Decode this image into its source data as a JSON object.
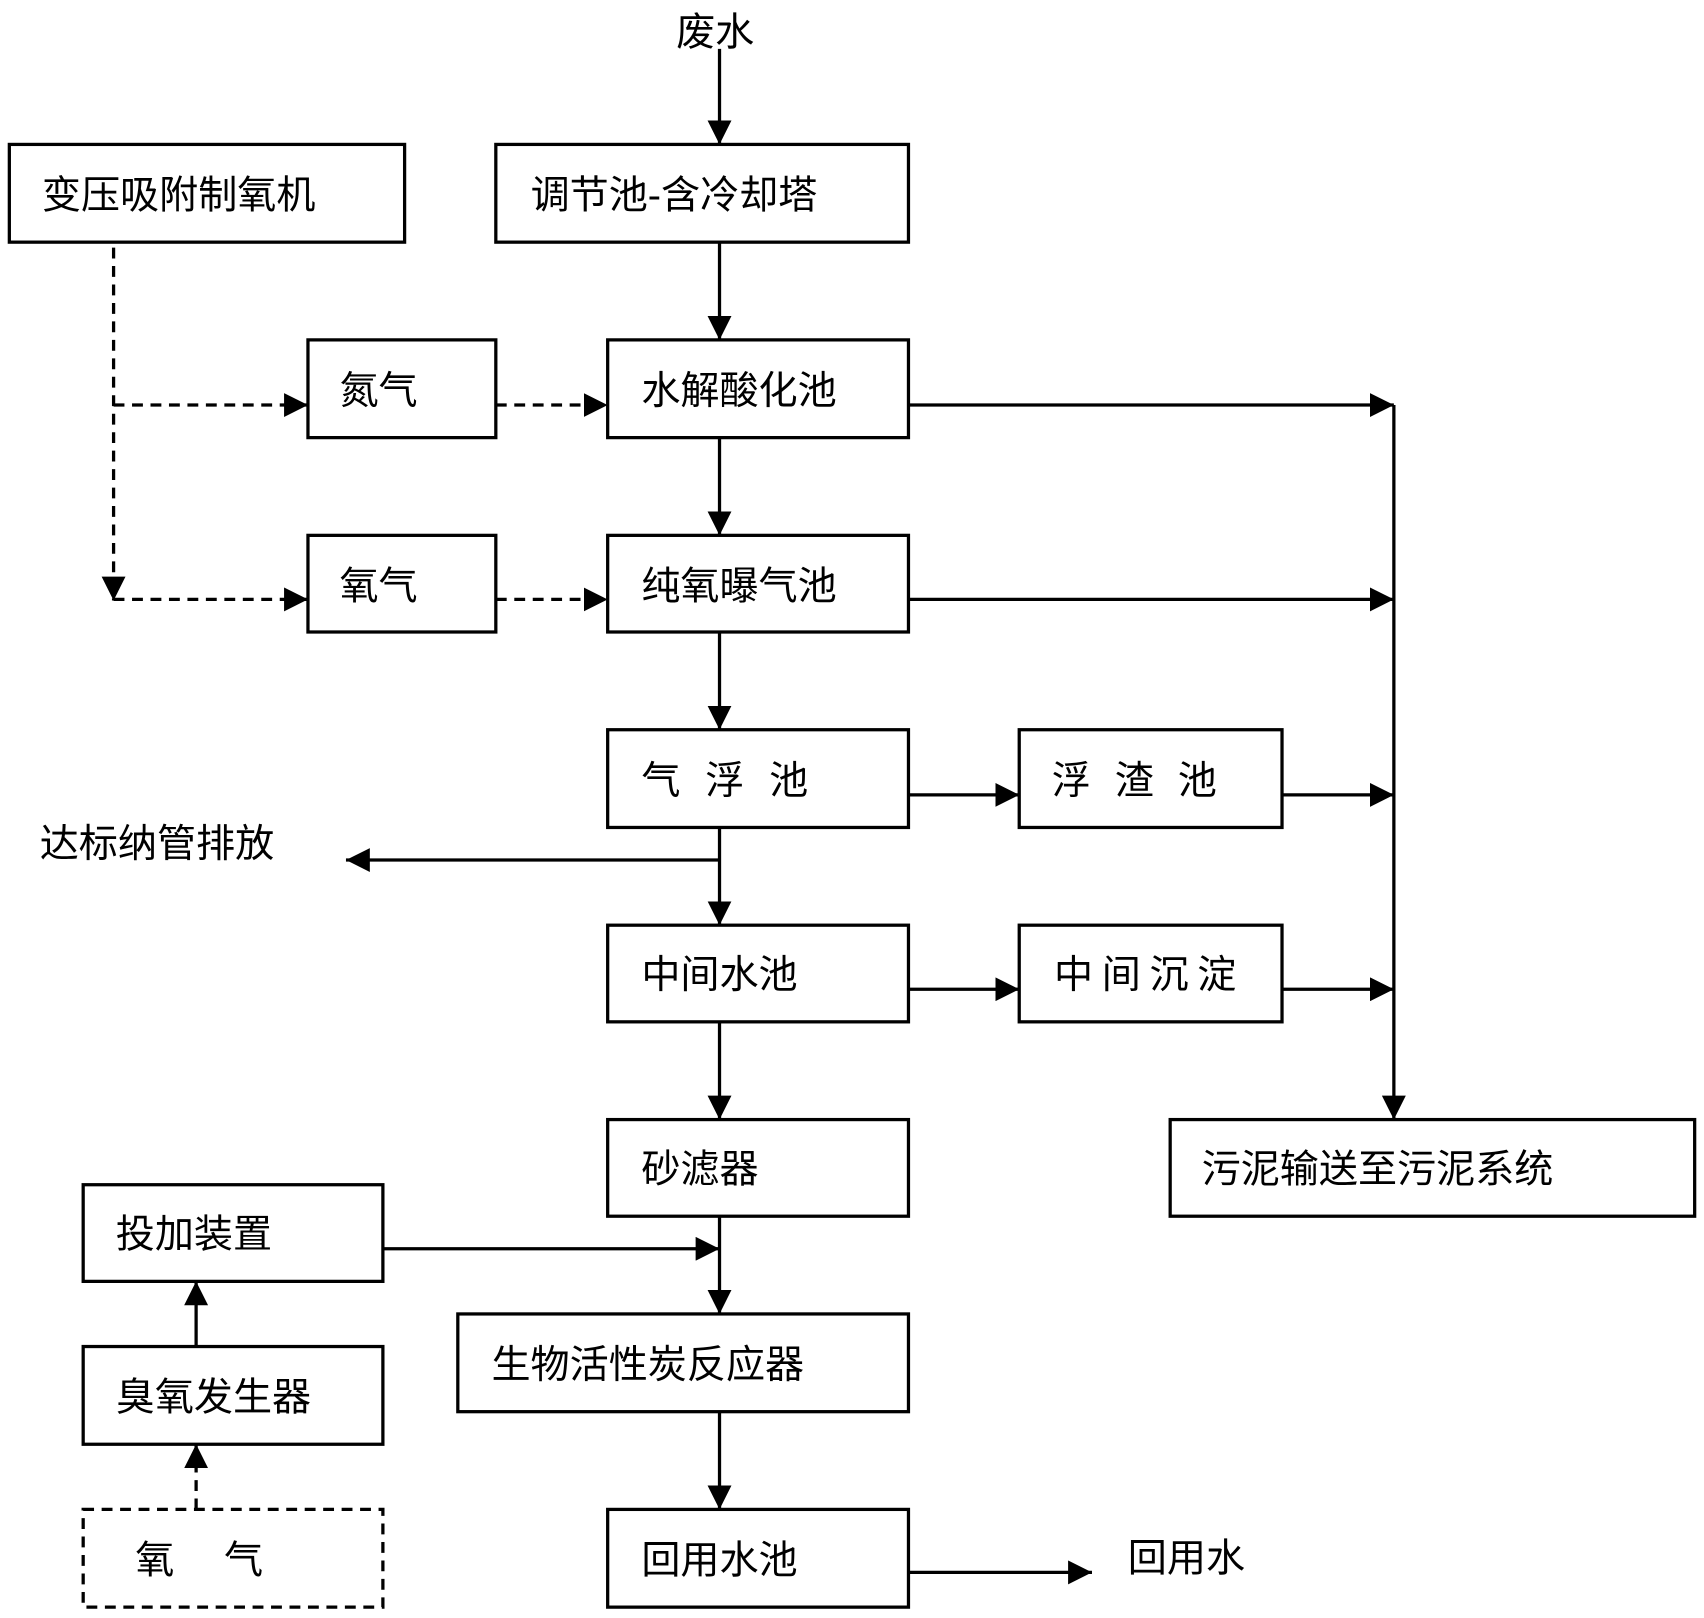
{
  "inputs": {
    "wastewater": "废水"
  },
  "process": {
    "equalization": "调节池-含冷却塔",
    "hydrolysis": "水解酸化池",
    "pure_oxygen_aeration": "纯氧曝气池",
    "air_flotation": "气  浮  池",
    "intermediate_tank": "中间水池",
    "sand_filter": "砂滤器",
    "bac_reactor": "生物活性炭反应器",
    "reuse_tank": "回用水池"
  },
  "side": {
    "psa_oxygen": "变压吸附制氧机",
    "nitrogen": "氮气",
    "oxygen": "氧气",
    "scum_tank": "浮渣池",
    "intermediate_settling": "中间沉淀",
    "sludge_system": "污泥输送至污泥系统",
    "dosing": "投加装置",
    "ozone_generator": "臭氧发生器",
    "oxygen_source": "氧    气"
  },
  "outputs": {
    "discharge": "达标纳管排放",
    "reuse_water": "回用水"
  }
}
